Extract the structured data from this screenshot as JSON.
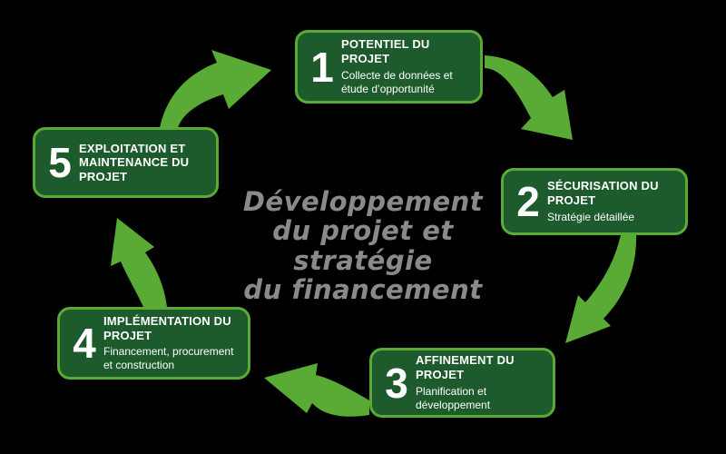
{
  "diagram": {
    "center_text": {
      "lines": [
        "Développement",
        "du projet et stratégie",
        "du financement"
      ],
      "color": "#8a8a8a"
    },
    "steps": [
      {
        "number": "1",
        "title": "POTENTIEL DU PROJET",
        "subtitle": "Collecte de données et étude d’opportunité"
      },
      {
        "number": "2",
        "title": "SÉCURISATION DU PROJET",
        "subtitle": "Stratégie détaillée"
      },
      {
        "number": "3",
        "title": "AFFINEMENT DU PROJET",
        "subtitle": "Planification et développement"
      },
      {
        "number": "4",
        "title": "IMPLÉMENTATION DU PROJET",
        "subtitle": "Financement, procurement et construction"
      },
      {
        "number": "5",
        "title": "EXPLOITATION ET\nMAINTENANCE  DU PROJET",
        "subtitle": ""
      }
    ],
    "colors": {
      "background": "#000000",
      "box_fill": "#1d5b2c",
      "accent_green": "#5aab35",
      "text": "#ffffff",
      "center_text": "#8a8a8a"
    },
    "arrows": [
      {
        "name": "step5-to-step1"
      },
      {
        "name": "step1-to-step2"
      },
      {
        "name": "step2-to-step3"
      },
      {
        "name": "step3-to-step4"
      },
      {
        "name": "step4-to-step5"
      }
    ]
  }
}
